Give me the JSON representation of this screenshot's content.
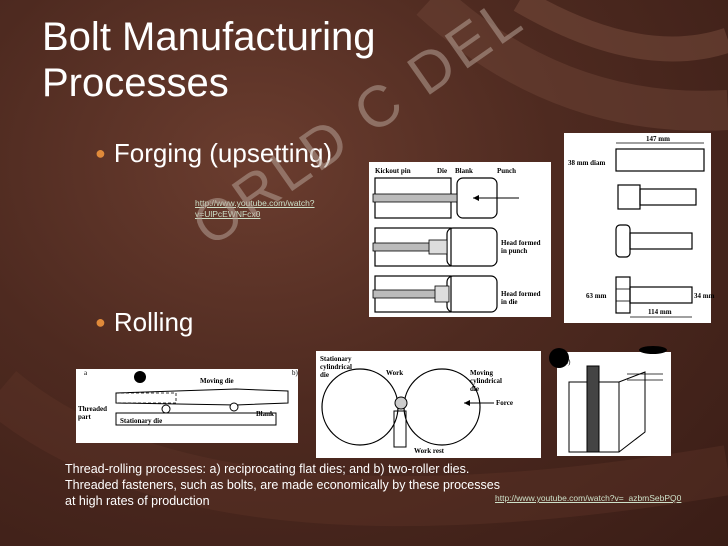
{
  "slide": {
    "title": "Bolt Manufacturing Processes",
    "bullets": [
      {
        "label": "Forging (upsetting)"
      },
      {
        "label": "Rolling"
      }
    ],
    "links": {
      "forging": "http://www.youtube.com/watch?v=UlPcEWNFcx0",
      "rolling": "http://www.youtube.com/watch?v=_azbmSebPQ0"
    },
    "caption": "Thread-rolling processes:  a) reciprocating flat dies; and b) two-roller dies. Threaded fasteners, such as bolts, are made economically by these processes at high rates of production",
    "watermark": "ORLD C   DEL",
    "colors": {
      "background": "#4e2a20",
      "bullet": "#e08a3a",
      "link": "#cde0c8"
    }
  },
  "figures": {
    "upsetting": {
      "labels": [
        "Kickout pin",
        "Die",
        "Blank",
        "Punch",
        "Head formed in punch",
        "Head formed in die"
      ]
    },
    "bolt_dims": {
      "labels": [
        "147 mm",
        "38 mm diam",
        "63 mm",
        "34 mm",
        "114 mm"
      ]
    },
    "flat_dies": {
      "labels": [
        "Moving die",
        "Threaded part",
        "Stationary die",
        "Blank"
      ],
      "marker": "a",
      "marker_b": "b)"
    },
    "roller_dies": {
      "labels": [
        "Stationary cylindrical die",
        "Work",
        "Moving cylindrical die",
        "Force",
        "Work rest"
      ]
    },
    "rolled_part": {
      "marker": "c)"
    }
  }
}
